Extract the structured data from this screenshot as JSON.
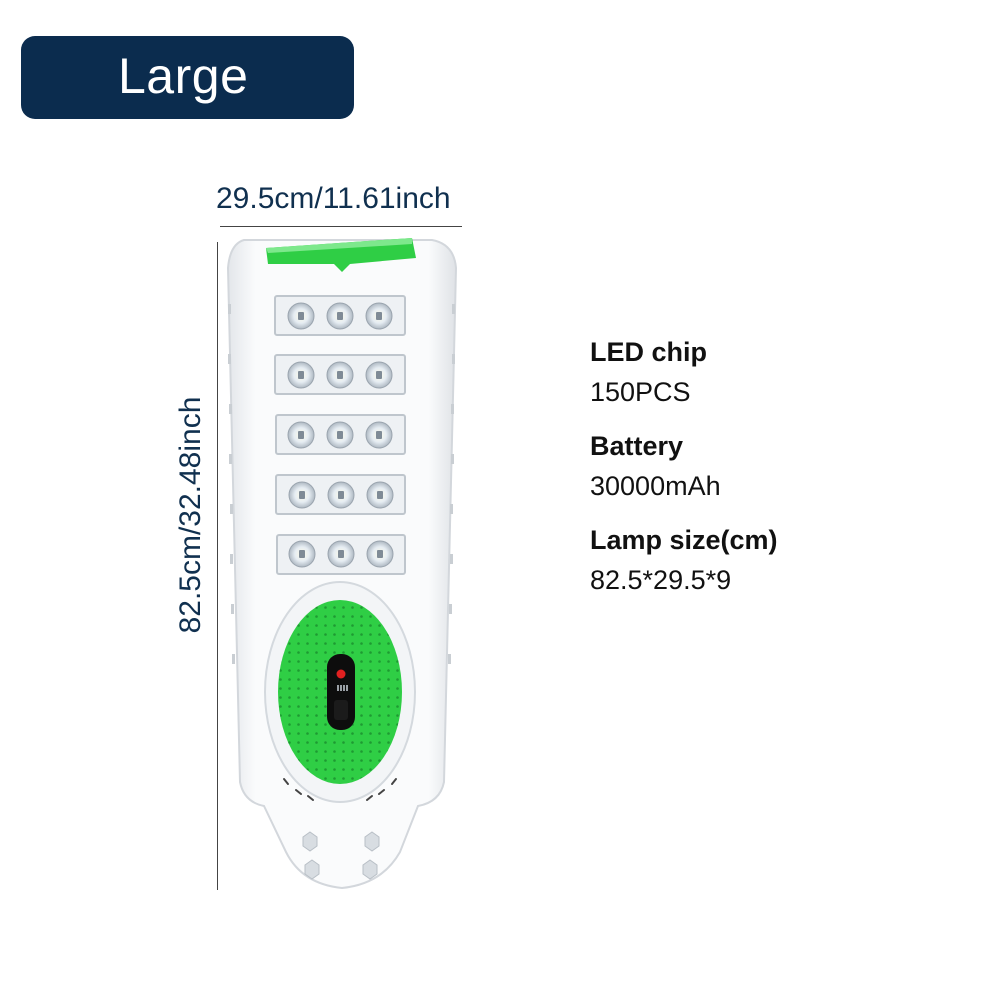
{
  "badge": {
    "label": "Large",
    "background": "#0b2c4e"
  },
  "dimensions": {
    "width_label": "29.5cm/11.61inch",
    "height_label": "82.5cm/32.48inch"
  },
  "specs": [
    {
      "title": "LED chip",
      "value": "150PCS"
    },
    {
      "title": "Battery",
      "value": "30000mAh"
    },
    {
      "title": "Lamp size(cm)",
      "value": "82.5*29.5*9"
    }
  ],
  "colors": {
    "accent_green": "#2fce45",
    "text_navy": "#10304f",
    "lamp_body": "#f7f8f9"
  }
}
